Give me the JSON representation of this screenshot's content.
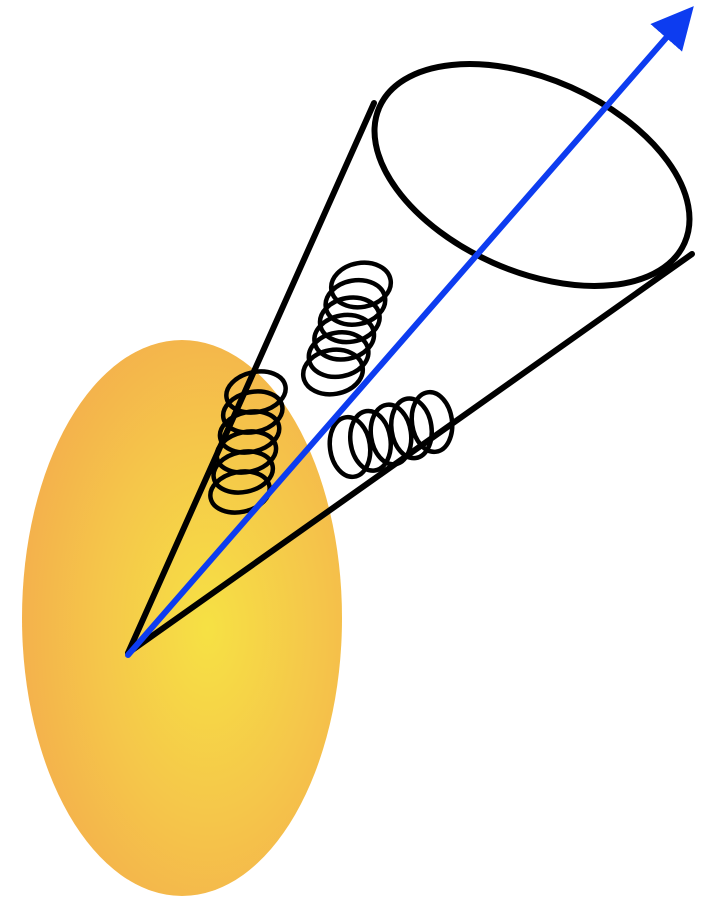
{
  "diagram": {
    "colors": {
      "background": "#ffffff",
      "medium_center": "#f6e144",
      "medium_edge": "#f4b14c",
      "cone_stroke": "#000000",
      "jet_axis": "#0d3cf0",
      "gluon": "#000000"
    },
    "elements": [
      "medium-ellipse",
      "jet-cone",
      "jet-axis-arrow",
      "gluon-coil-upper-left",
      "gluon-coil-middle",
      "gluon-coil-lower-right"
    ]
  }
}
